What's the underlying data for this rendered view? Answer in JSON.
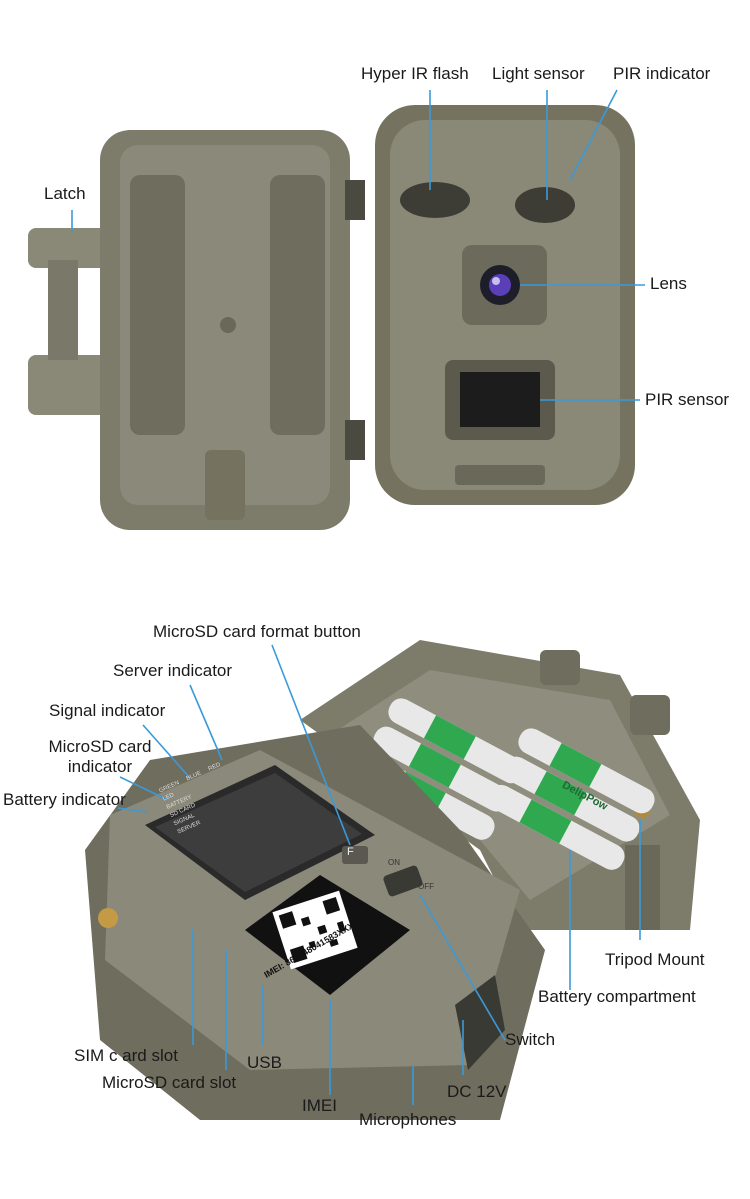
{
  "top_labels": {
    "hyper_ir_flash": "Hyper IR flash",
    "light_sensor": "Light sensor",
    "pir_indicator": "PIR indicator",
    "latch": "Latch",
    "lens": "Lens",
    "pir_sensor": "PIR sensor"
  },
  "bottom_labels": {
    "microsd_format_button": "MicroSD card format button",
    "server_indicator": "Server indicator",
    "signal_indicator": "Signal indicator",
    "microsd_card_indicator_line1": "MicroSD card",
    "microsd_card_indicator_line2": "indicator",
    "battery_indicator": "Battery indicator",
    "tripod_mount": "Tripod Mount",
    "battery_compartment": "Battery compartment",
    "switch": "Switch",
    "sim_card_slot": "SIM  c ard slot",
    "usb": "USB",
    "microsd_card_slot": "MicroSD card slot",
    "dc_12v": "DC 12V",
    "imei": "IMEI",
    "microphones": "Microphones"
  },
  "device_text": {
    "imei_code": "IMEI: 867648041583XXX",
    "battery_brand": "DelipPow",
    "table_rows": [
      "LED",
      "BATTERY",
      "SD CARD",
      "SIGNAL",
      "SERVER"
    ],
    "table_headers": [
      "GREEN",
      "BLUE",
      "RED"
    ],
    "switch_on": "ON",
    "switch_off": "OFF",
    "button_letter": "F"
  },
  "colors": {
    "accent_line": "#3a9ad9",
    "camera_body": "#7d7b6a",
    "camera_body_dark": "#5f5d50",
    "backdrop": "#ffffff"
  }
}
